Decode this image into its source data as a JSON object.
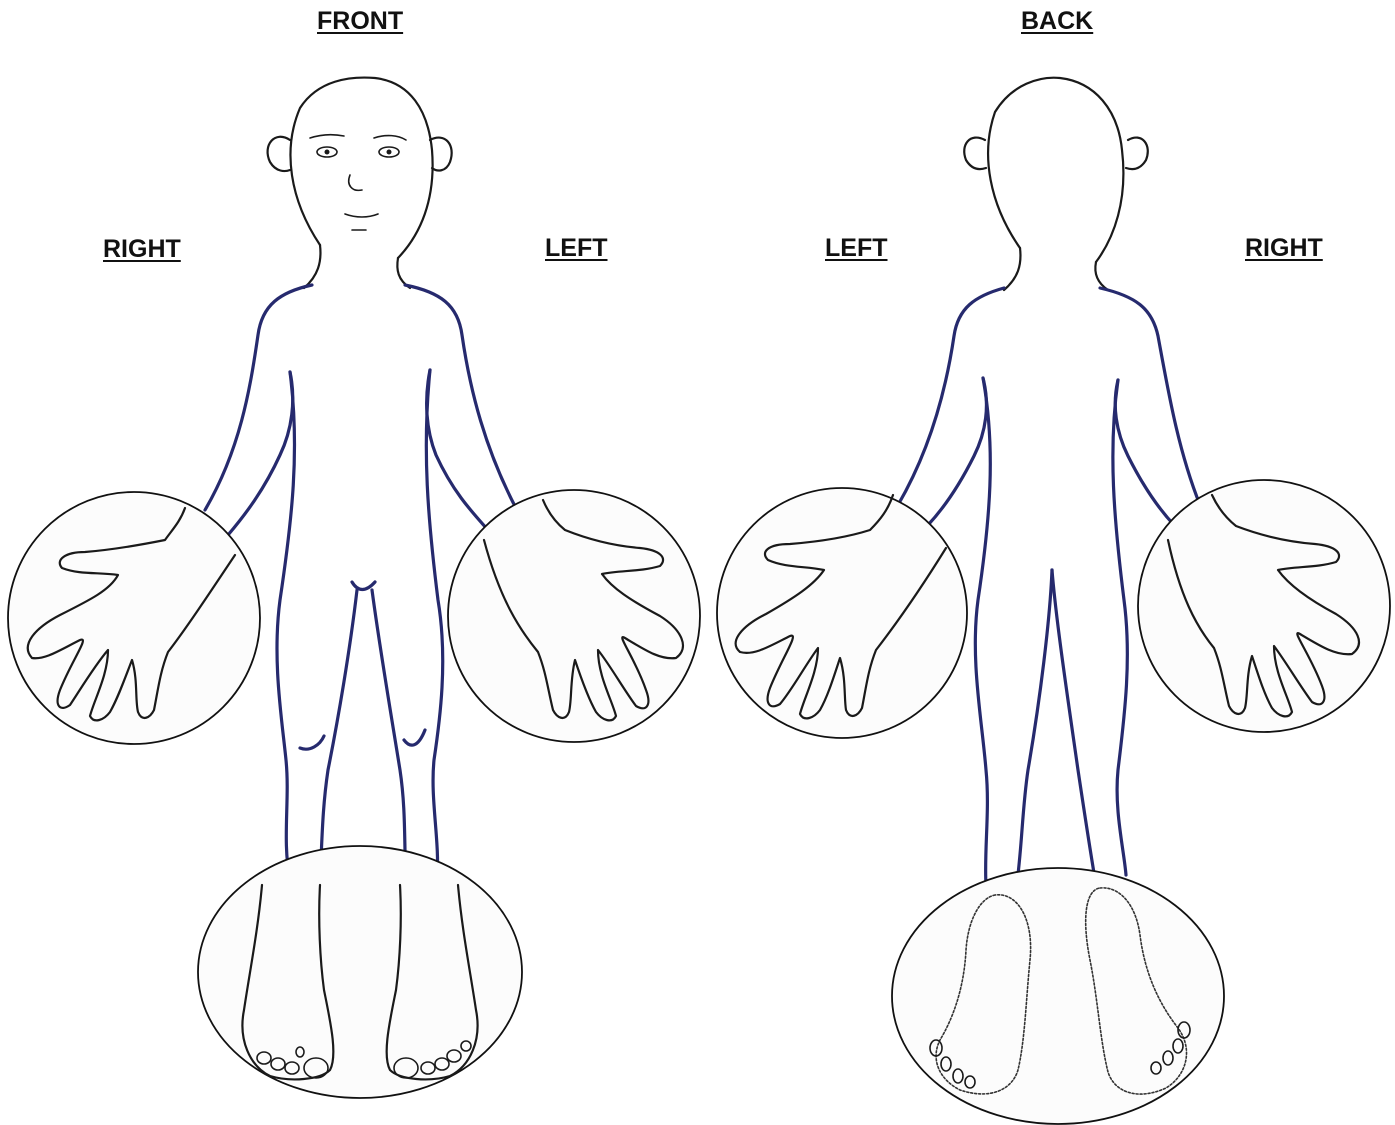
{
  "front": {
    "heading": "FRONT",
    "right_label": "RIGHT",
    "left_label": "LEFT"
  },
  "back": {
    "heading": "BACK",
    "left_label": "LEFT",
    "right_label": "RIGHT"
  },
  "colors": {
    "limb_outline": "#262a6e",
    "body_outline": "#1a1a1a",
    "background": "#ffffff"
  }
}
